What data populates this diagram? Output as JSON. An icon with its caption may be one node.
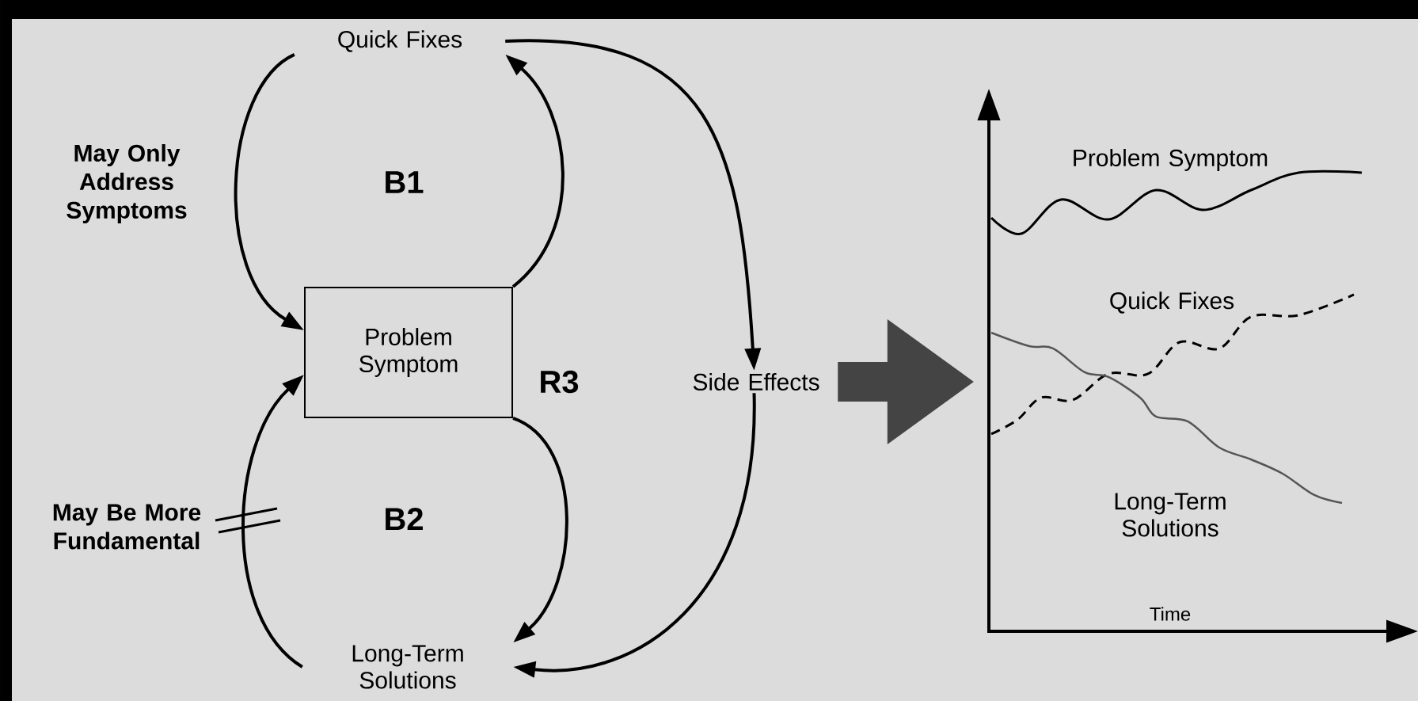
{
  "diagram": {
    "nodes": [
      {
        "text": [
          "Quick Fixes"
        ]
      },
      {
        "text": [
          "Problem Symptom"
        ]
      },
      {
        "text": [
          "Long-Term Solutions"
        ]
      },
      {
        "text": [
          "Side Effects"
        ]
      },
      {
        "text": [],
        "shape": "chart"
      }
    ],
    "edges": [
      {
        "from": 0,
        "to": 1,
        "arrow": "to",
        "label": "May Only Address Symptoms"
      },
      {
        "from": 1,
        "to": 0,
        "arrow": "to"
      },
      {
        "from": 1,
        "to": 2,
        "arrow": "to"
      },
      {
        "from": 2,
        "to": 1,
        "arrow": "to",
        "label": "May Be More Fundamental"
      },
      {
        "from": 0,
        "to": 3,
        "arrow": "to"
      },
      {
        "from": 3,
        "to": 2,
        "arrow": "to"
      },
      {
        "from": 3,
        "to": 4,
        "arrow": "to",
        "style": "thick",
        "color": "#444444"
      }
    ],
    "labels": [
      "B1",
      "B2",
      "R3",
      "Problem Symptom",
      "Quick Fixes",
      "Long-Term Solutions",
      "Time"
    ]
  }
}
